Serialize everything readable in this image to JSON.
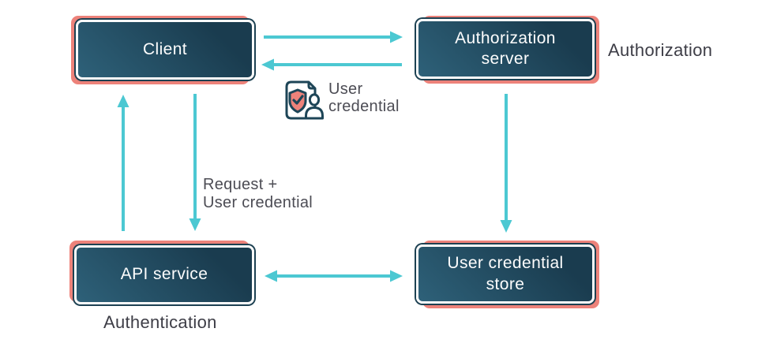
{
  "palette": {
    "arrow": "#4cc8d2",
    "salmon": "#ed827a",
    "box_grad_light": "#2e6179",
    "box_grad_dark": "#1a3c4f",
    "outline_dark": "#1d4152",
    "box_border": "#fbfbfb",
    "label_dark": "#3d3d46",
    "label_gray": "#4c4c54"
  },
  "nodes": {
    "client": {
      "label": "Client"
    },
    "auth_server": {
      "label": "Authorization\nserver"
    },
    "api_service": {
      "label": "API service"
    },
    "credential_store": {
      "label": "User credential\nstore"
    }
  },
  "annotations": {
    "authorization": "Authorization",
    "authentication": "Authentication",
    "user_credential": "User\ncredential",
    "request_user_credential": "Request +\nUser credential"
  },
  "icons": {
    "user_credential_icon": "document-with-shield-check-and-user"
  },
  "edges": [
    {
      "from": "client",
      "to": "auth_server",
      "type": "arrow"
    },
    {
      "from": "auth_server",
      "to": "client",
      "type": "arrow",
      "label": "User\ncredential"
    },
    {
      "from": "client",
      "to": "api_service",
      "type": "arrow",
      "label": "Request +\nUser credential"
    },
    {
      "from": "api_service",
      "to": "client",
      "type": "arrow"
    },
    {
      "from": "auth_server",
      "to": "credential_store",
      "type": "arrow"
    },
    {
      "from": "api_service",
      "to": "credential_store",
      "type": "double-arrow"
    }
  ]
}
